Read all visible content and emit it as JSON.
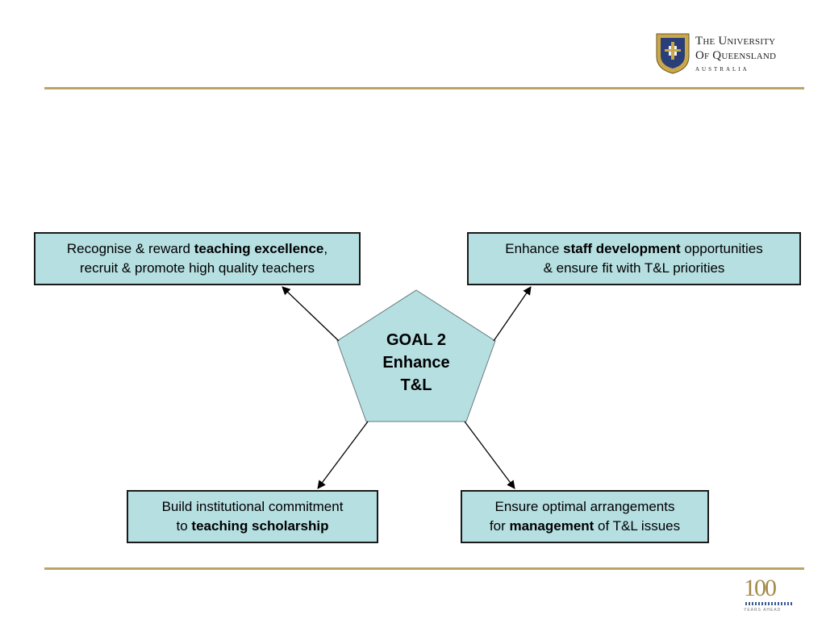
{
  "logo": {
    "line1": "The University",
    "line2": "Of Queensland",
    "line3": "AUSTRALIA"
  },
  "goal": {
    "line1": "GOAL 2",
    "line2": "Enhance",
    "line3": "T&L"
  },
  "boxes": {
    "top_left": {
      "pre": "Recognise & reward ",
      "bold": "teaching excellence",
      "post": ",",
      "line2": "recruit & promote high quality teachers"
    },
    "top_right": {
      "pre": "Enhance ",
      "bold": "staff development",
      "post": " opportunities",
      "line2": "& ensure fit with T&L priorities"
    },
    "bottom_left": {
      "line1": "Build institutional commitment",
      "pre2": "to ",
      "bold2": "teaching scholarship"
    },
    "bottom_right": {
      "line1": "Ensure optimal arrangements",
      "pre2": "for ",
      "bold2": "management",
      "post2": " of T&L issues"
    }
  },
  "centenary": {
    "number": "100",
    "tagline": "YEARS AHEAD"
  },
  "colors": {
    "box_fill": "#b6dfe2",
    "rule": "#b9a566",
    "border": "#1a1a1a"
  }
}
